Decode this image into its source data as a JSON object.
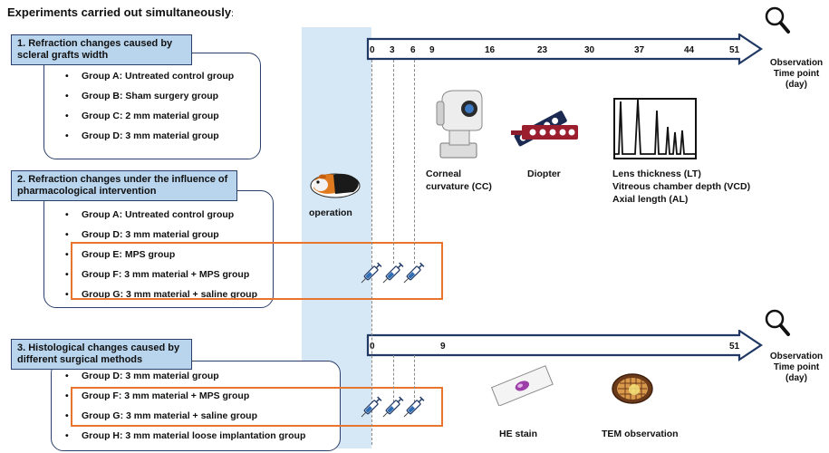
{
  "title": {
    "text": "Experiments carried out simultaneously",
    "colon": ":"
  },
  "sections": [
    {
      "heading": "1. Refraction changes caused by scleral grafts width",
      "groups": [
        "Group A: Untreated control group",
        "Group B: Sham surgery group",
        "Group C: 2 mm material group",
        "Group D: 3 mm material group"
      ]
    },
    {
      "heading": "2. Refraction changes under the influence of pharmacological intervention",
      "groups": [
        "Group A: Untreated control group",
        "Group D: 3 mm material group",
        "Group E: MPS group",
        "Group F: 3 mm material + MPS group",
        "Group G: 3 mm material + saline group"
      ]
    },
    {
      "heading": "3. Histological changes caused by different surgical methods",
      "groups": [
        "Group D: 3 mm material group",
        "Group F: 3 mm material + MPS group",
        "Group G: 3 mm material + saline group",
        "Group H: 3 mm material loose implantation group"
      ]
    }
  ],
  "operation_label": "operation",
  "timeline1": {
    "ticks": [
      "0",
      "3",
      "6",
      "9",
      "16",
      "23",
      "30",
      "37",
      "44",
      "51"
    ]
  },
  "timeline2": {
    "ticks": [
      "0",
      "9",
      "51"
    ]
  },
  "observation_label": {
    "line1": "Observation",
    "line2": "Time point",
    "line3": "(day)"
  },
  "measurements": {
    "cc": {
      "line1": "Corneal",
      "line2": "curvature (CC)"
    },
    "diopter": "Diopter",
    "lt": "Lens thickness (LT)",
    "vcd": "Vitreous chamber depth (VCD)",
    "al": "Axial length (AL)"
  },
  "histology": {
    "he": "HE stain",
    "tem": "TEM observation"
  },
  "colors": {
    "header_fill": "#b9d5ee",
    "box_border": "#2b3f6b",
    "highlight": "#e8742e",
    "op_band": "#d6e7f5"
  }
}
